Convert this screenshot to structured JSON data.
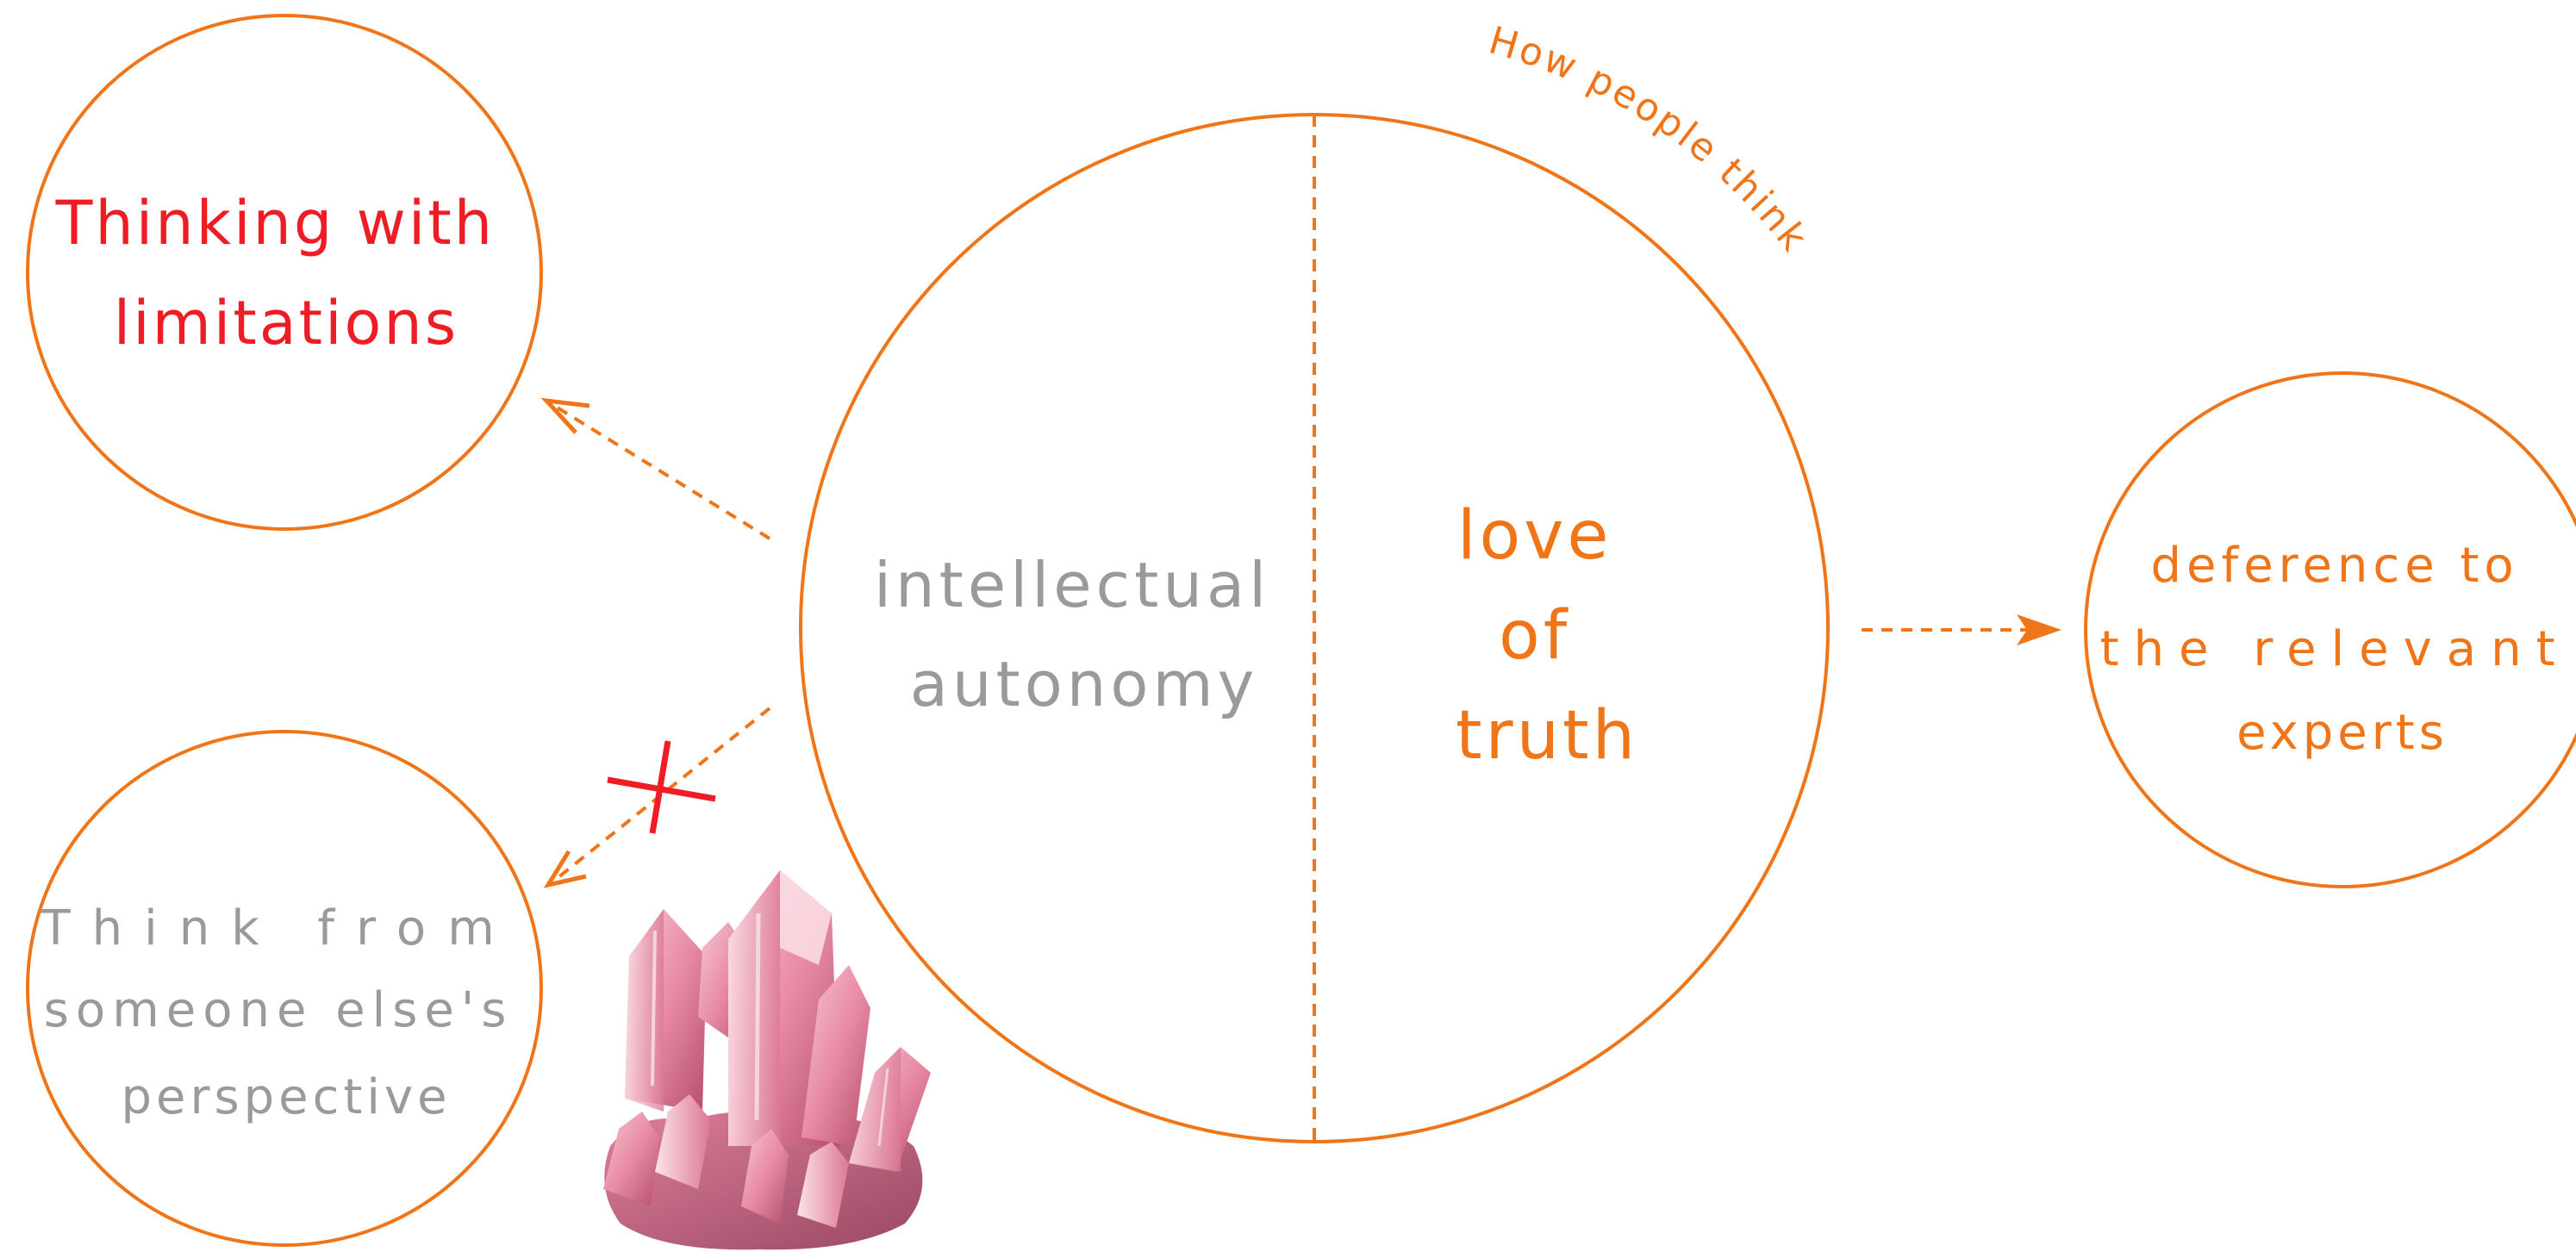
{
  "colors": {
    "accent": "#F07518",
    "alert": "#EE1C25",
    "muted": "#9A9A9A"
  },
  "top_annotation": "How people think",
  "center_circle": {
    "left_label": [
      "intellectual",
      "autonomy"
    ],
    "right_label": [
      "love",
      "of",
      "truth"
    ]
  },
  "nodes": {
    "top_left": [
      "Thinking with",
      "limitations"
    ],
    "bottom_left": [
      "Think from",
      "someone else's",
      "perspective"
    ],
    "right": [
      "deference to",
      "the relevant",
      "experts"
    ]
  },
  "icons": {
    "rejected_path": "cross-mark-icon",
    "crystal": "pink-crystal-cluster-icon"
  }
}
